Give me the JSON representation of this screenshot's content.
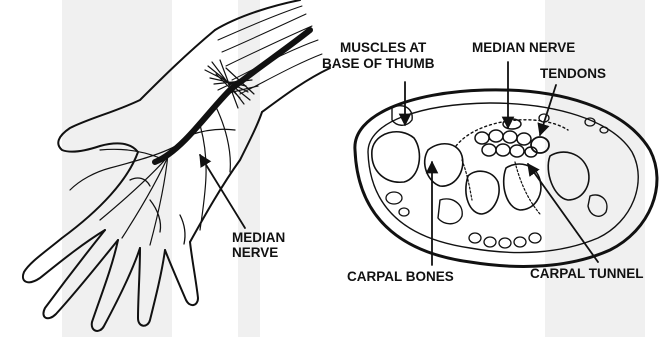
{
  "colors": {
    "background": "#ffffff",
    "stripe": "#f0f0f0",
    "ink": "#111111"
  },
  "hand_figure": {
    "label_line1": "MEDIAN",
    "label_line2": "NERVE"
  },
  "cross_section": {
    "label_muscles_line1": "MUSCLES AT",
    "label_muscles_line2": "BASE OF THUMB",
    "label_median_nerve": "MEDIAN NERVE",
    "label_tendons": "TENDONS",
    "label_carpal_bones": "CARPAL BONES",
    "label_carpal_tunnel": "CARPAL TUNNEL"
  }
}
